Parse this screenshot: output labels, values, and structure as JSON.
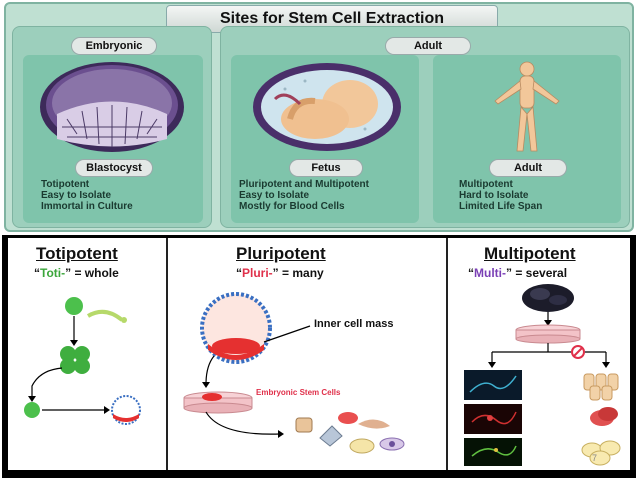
{
  "top": {
    "title": "Sites for Stem Cell Extraction",
    "embryonic_header": "Embryonic",
    "adult_header": "Adult",
    "cards": [
      {
        "name": "Blastocyst",
        "lines": [
          "Totipotent",
          "Easy to Isolate",
          "Immortal in Culture"
        ]
      },
      {
        "name": "Fetus",
        "lines": [
          "Pluripotent and Multipotent",
          "Easy to Isolate",
          "Mostly for Blood Cells"
        ]
      },
      {
        "name": "Adult",
        "lines": [
          "Multipotent",
          "Hard to Isolate",
          "Limited Life Span"
        ]
      }
    ]
  },
  "bottom": {
    "toti": {
      "title": "Totipotent",
      "prefix": "Toti-",
      "meaning": " = whole"
    },
    "pluri": {
      "title": "Pluripotent",
      "prefix": "Pluri-",
      "meaning": " = many",
      "label_inner": "Inner cell mass",
      "label_esc": "Embryonic Stem Cells"
    },
    "multi": {
      "title": "Multipotent",
      "prefix": "Multi-",
      "meaning": " = several"
    },
    "page_number": "7"
  },
  "colors": {
    "green": "#3ba63b",
    "red": "#e0304a",
    "purple": "#7a3fb5",
    "panel": "#9ccfbc",
    "card": "#7fc4ab"
  }
}
